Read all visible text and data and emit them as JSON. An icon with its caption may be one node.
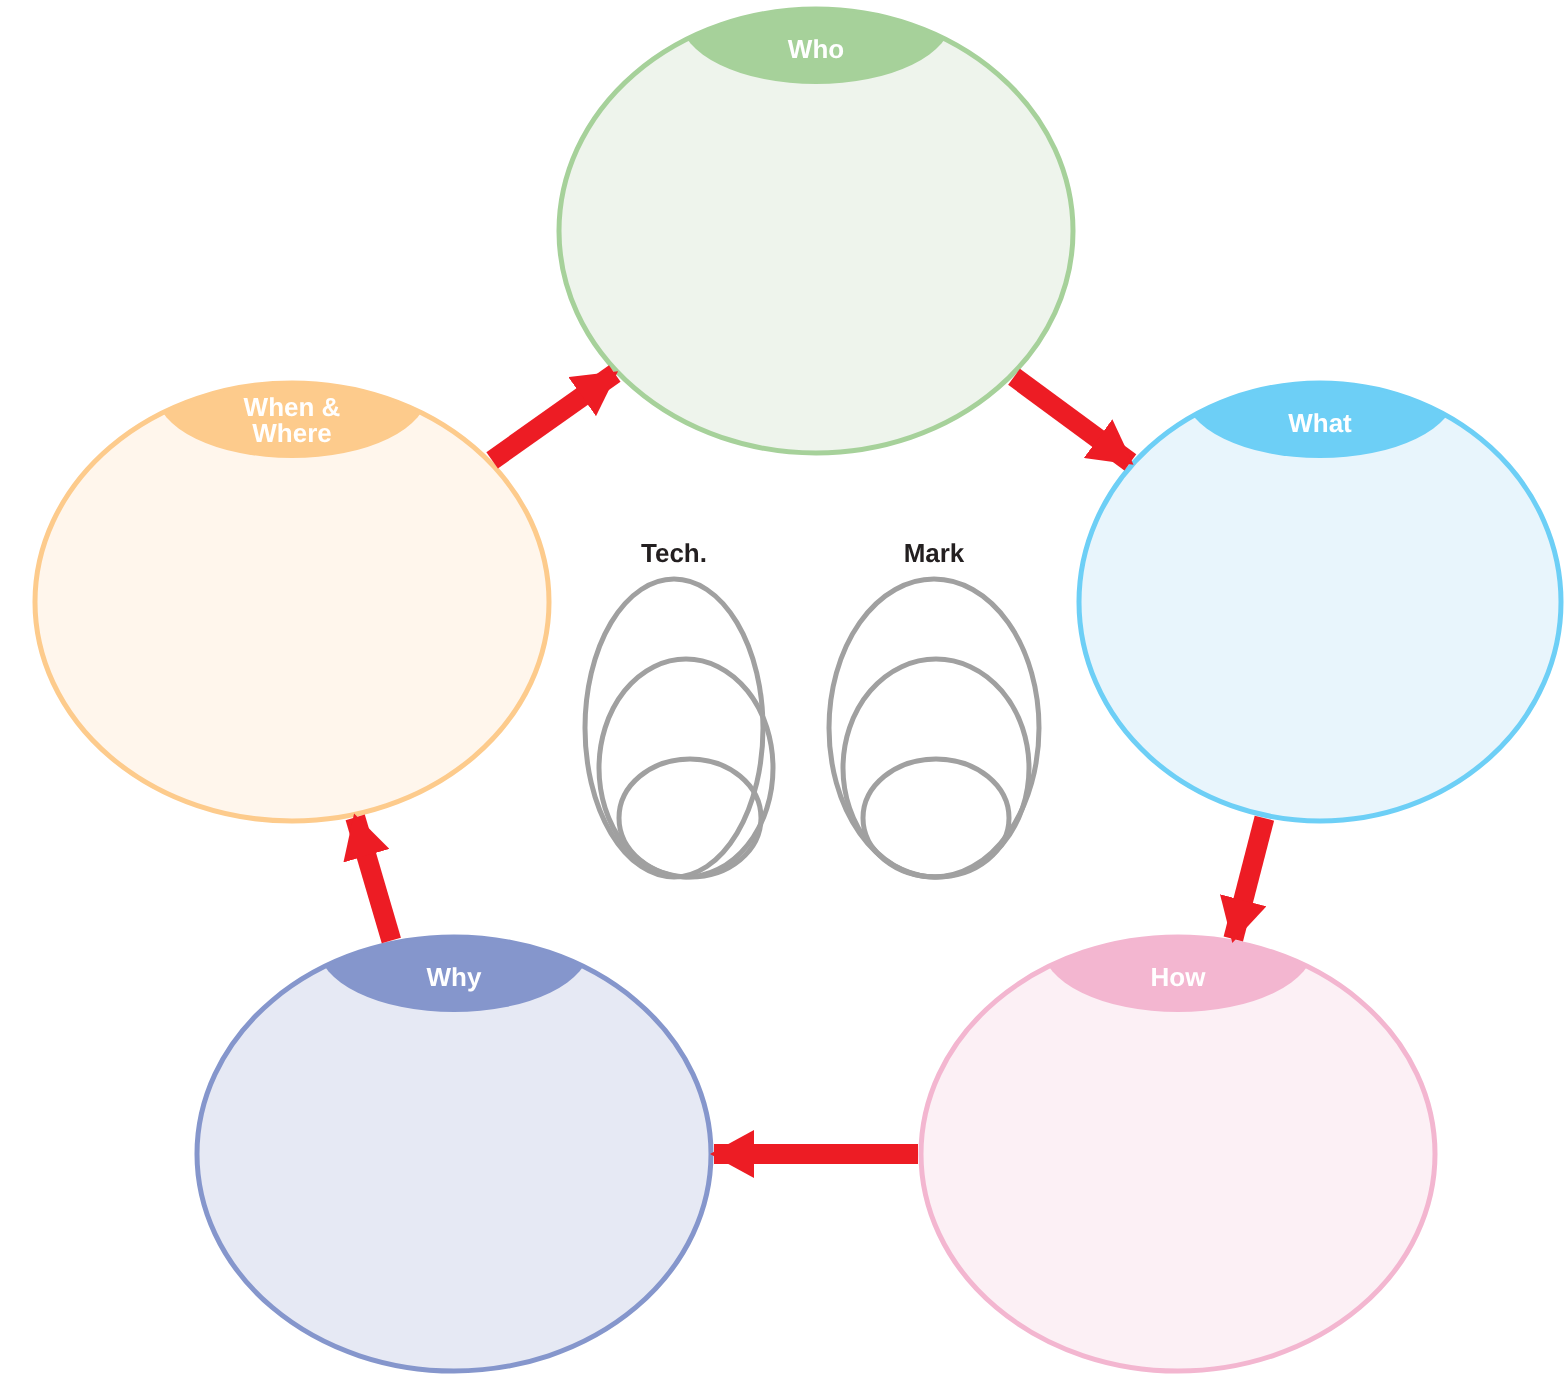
{
  "diagram": {
    "nodes": [
      {
        "text": [
          "Who"
        ]
      },
      {
        "text": [
          "What"
        ]
      },
      {
        "text": [
          "How"
        ]
      },
      {
        "text": [
          "Why"
        ]
      },
      {
        "text": [
          "When & Where"
        ]
      },
      {
        "text": [
          "Tech."
        ]
      },
      {
        "text": [],
        "shape": "ellipse",
        "in": 5
      },
      {
        "text": [],
        "shape": "ellipse",
        "in": 6
      },
      {
        "text": [
          "Mark"
        ]
      },
      {
        "text": [],
        "shape": "ellipse",
        "in": 8
      },
      {
        "text": [],
        "shape": "ellipse",
        "in": 9
      }
    ],
    "edges": [
      {
        "from": 0,
        "to": 1,
        "arrow": "to"
      },
      {
        "from": 1,
        "to": 2,
        "arrow": "to"
      },
      {
        "from": 2,
        "to": 3,
        "arrow": "to"
      },
      {
        "from": 3,
        "to": 4,
        "arrow": "to"
      },
      {
        "from": 4,
        "to": 0,
        "arrow": "to"
      }
    ]
  }
}
